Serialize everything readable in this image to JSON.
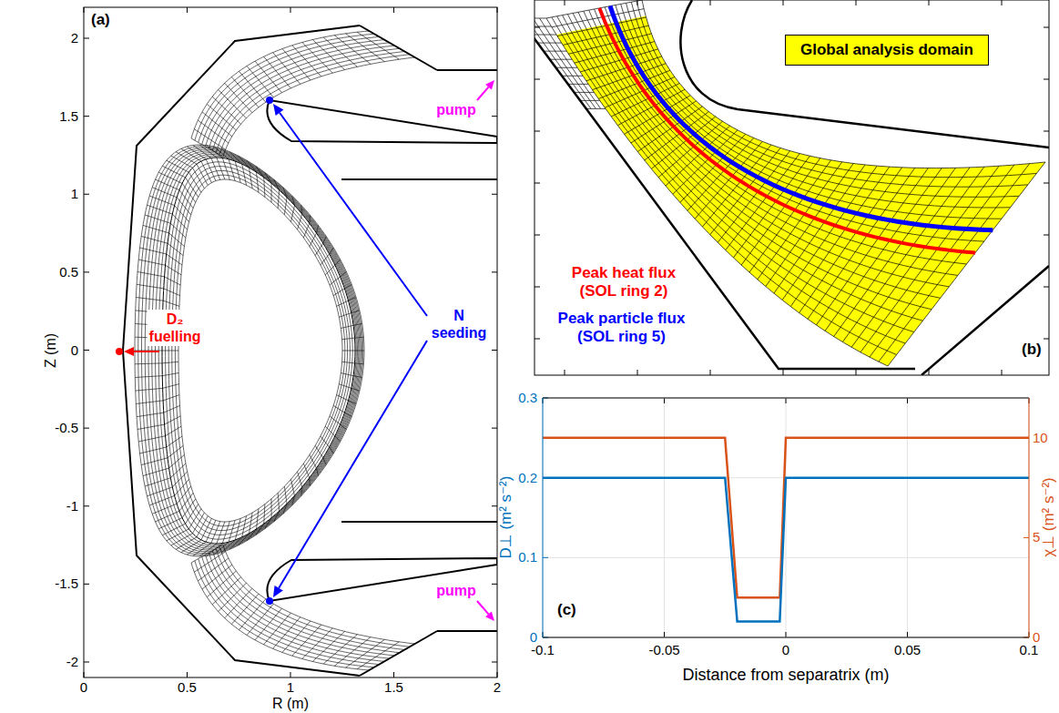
{
  "diagram": {
    "nodes": [
      {
        "text": [
          "Global analysis domain"
        ]
      }
    ],
    "labels": [
      "(a)",
      "2",
      "1.5",
      "1",
      "0.5",
      "0",
      "-0.5",
      "-1",
      "-1.5",
      "-2",
      "Z (m)",
      "0",
      "0.5",
      "1",
      "1.5",
      "2",
      "R (m)",
      "pump",
      "pump",
      "D₂ fuelling",
      "N seeding",
      "Peak heat flux (SOL ring 2)",
      "Peak particle flux (SOL ring 5)",
      "(b)",
      "0.3",
      "0.2",
      "0.1",
      "0",
      "D⊥ (m² s⁻²)",
      "10",
      "5",
      "0",
      "χ⊥ (m² s⁻²)",
      "-0.1",
      "-0.05",
      "0",
      "0.05",
      "0.1",
      "Distance from separatrix (m)",
      "(c)"
    ]
  }
}
